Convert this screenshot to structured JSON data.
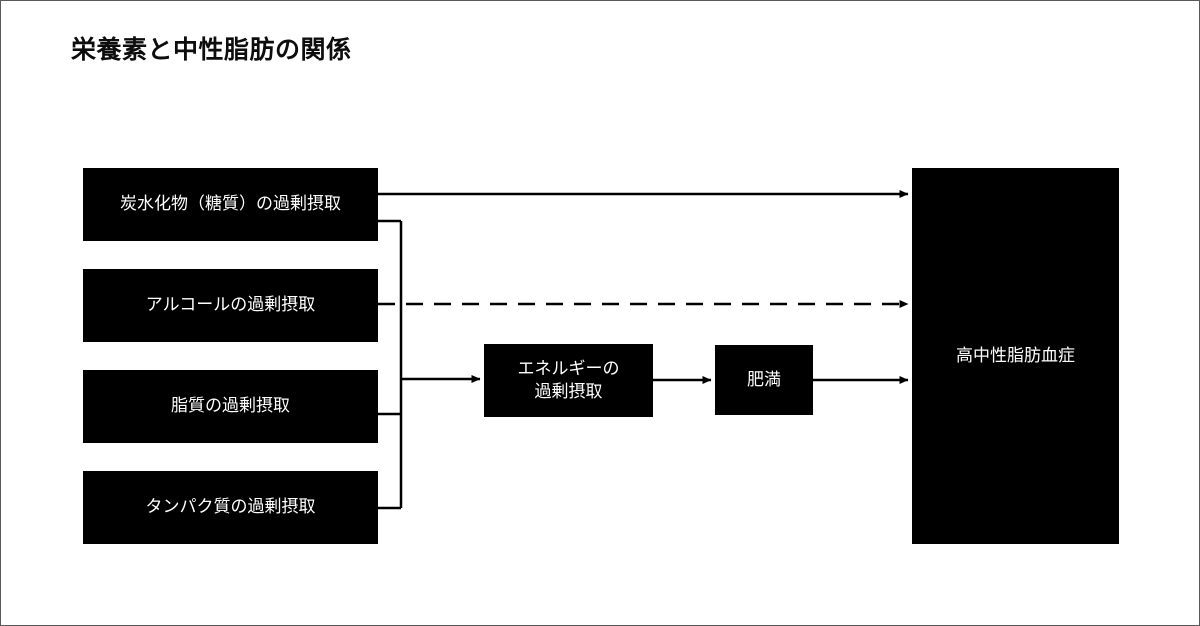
{
  "page": {
    "title": "栄養素と中性脂肪の関係",
    "background_color": "#ffffff",
    "border_color": "#595959",
    "node_fill": "#000000",
    "node_text_color": "#ffffff",
    "connector_color": "#000000"
  },
  "diagram": {
    "type": "flow-diagram",
    "nodes": [
      {
        "id": "carb",
        "label": "炭水化物（糖質）の過剰摂取"
      },
      {
        "id": "alcohol",
        "label": "アルコールの過剰摂取"
      },
      {
        "id": "fat",
        "label": "脂質の過剰摂取"
      },
      {
        "id": "protein",
        "label": "タンパク質の過剰摂取"
      },
      {
        "id": "energy",
        "label": "エネルギーの\n過剰摂取"
      },
      {
        "id": "obesity",
        "label": "肥満"
      },
      {
        "id": "result",
        "label": "高中性脂肪血症"
      }
    ],
    "edges": [
      {
        "from": "carb",
        "to": "result",
        "style": "solid",
        "arrow": true
      },
      {
        "from": "alcohol",
        "to": "result",
        "style": "dashed",
        "arrow": true
      },
      {
        "from": "carb",
        "to": "energy",
        "style": "solid",
        "arrow": true
      },
      {
        "from": "fat",
        "to": "energy",
        "style": "solid",
        "arrow": true
      },
      {
        "from": "protein",
        "to": "energy",
        "style": "solid",
        "arrow": true
      },
      {
        "from": "energy",
        "to": "obesity",
        "style": "solid",
        "arrow": true
      },
      {
        "from": "obesity",
        "to": "result",
        "style": "solid",
        "arrow": true
      }
    ]
  }
}
